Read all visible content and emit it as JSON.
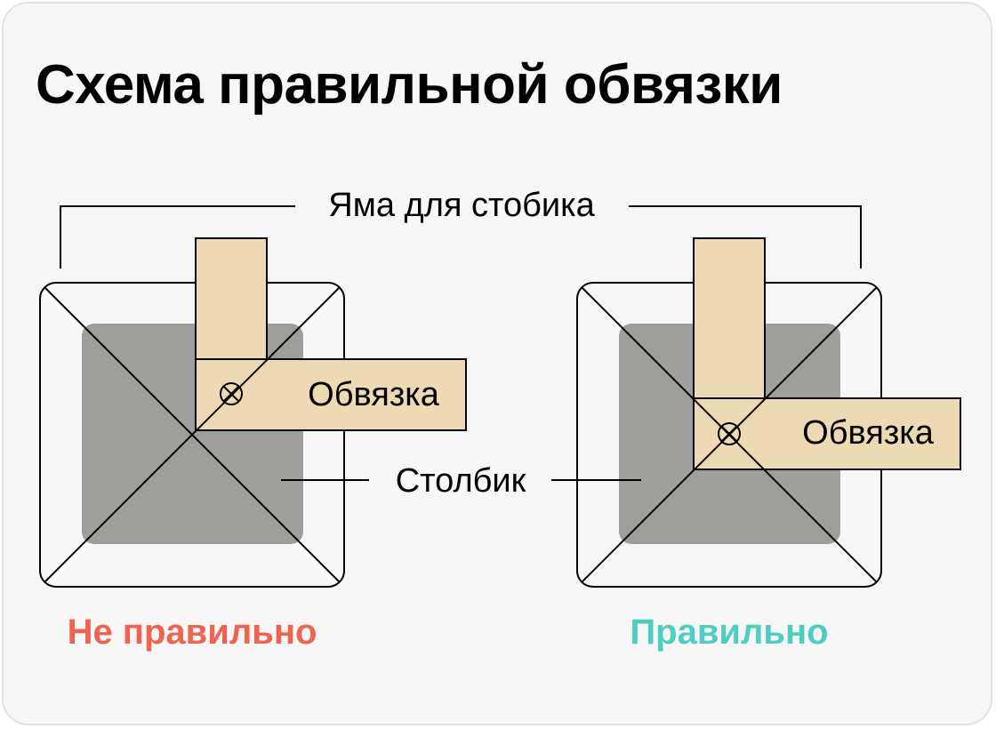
{
  "title": "Схема правильной обвязки",
  "labels": {
    "pit": "Яма для стобика",
    "post": "Столбик",
    "strapping_left": "Обвязка",
    "strapping_right": "Обвязка"
  },
  "status": {
    "wrong": "Не правильно",
    "right": "Правильно"
  },
  "colors": {
    "wrong": "#f0644f",
    "right": "#4fcdc1",
    "beam": "#eddab4",
    "post": "#a09e9a",
    "background": "#f7f7f7"
  }
}
